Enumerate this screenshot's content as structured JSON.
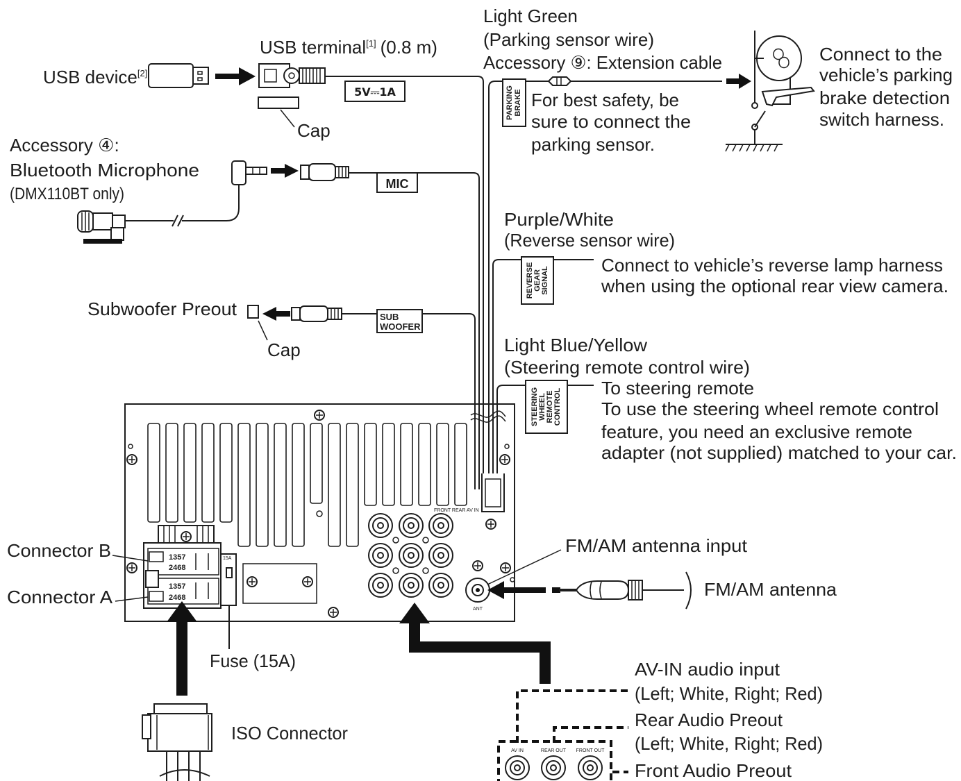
{
  "colors": {
    "ink": "#1d1d1d",
    "background": "#ffffff"
  },
  "usb": {
    "device_label": "USB device",
    "device_note": "[2]",
    "terminal_label": "USB terminal",
    "terminal_note": "[1]",
    "terminal_length": "(0.8 m)",
    "rating": "5V⎓1A",
    "cap_label": "Cap"
  },
  "parking": {
    "color": "Light Green",
    "wire": "(Parking sensor wire)",
    "accessory": "Accessory ⑨: Extension cable",
    "tag_lines": [
      "PARKING",
      "BRAKE"
    ],
    "note_lines": [
      "For best safety, be",
      "sure to connect the",
      "parking sensor."
    ],
    "switch_note_lines": [
      "Connect to the",
      "vehicle’s parking",
      "brake detection",
      "switch harness."
    ]
  },
  "microphone": {
    "accessory": "Accessory ④:",
    "name": "Bluetooth Microphone",
    "model_note": "(DMX110BT only)",
    "tag": "MIC"
  },
  "reverse": {
    "color": "Purple/White",
    "wire": "(Reverse sensor wire)",
    "tag_lines": [
      "REVERSE",
      "GEAR",
      "SIGNAL"
    ],
    "note_lines": [
      "Connect to vehicle’s reverse lamp harness",
      "when using the optional rear view camera."
    ]
  },
  "subwoofer": {
    "label": "Subwoofer Preout",
    "tag_lines": [
      "SUB",
      "WOOFER"
    ],
    "cap_label": "Cap"
  },
  "steering": {
    "color": "Light Blue/Yellow",
    "wire": "(Steering remote control wire)",
    "tag_lines": [
      "STEERING",
      "WHEEL",
      "REMOTE",
      "CONTROL"
    ],
    "note_lines": [
      "To steering remote",
      "To use the steering wheel remote control",
      "feature, you need an exclusive remote",
      "adapter (not supplied) matched to your car."
    ]
  },
  "unit": {
    "connector_b": "Connector B",
    "connector_a": "Connector A",
    "connectors": [
      {
        "top": "1357",
        "bottom": "2468"
      },
      {
        "top": "1357",
        "bottom": "2468"
      }
    ],
    "fuse_tag": "15A",
    "fuse_label": "Fuse (15A)",
    "rca_tag": "FRONT REAR AV IN",
    "ant_tag": "ANT"
  },
  "antenna": {
    "input_label": "FM/AM antenna input",
    "antenna_label": "FM/AM antenna"
  },
  "iso": {
    "label": "ISO Connector"
  },
  "outputs": {
    "avin_label": "AV-IN audio input",
    "avin_colors": "(Left; White, Right; Red)",
    "rear_label": "Rear Audio Preout",
    "rear_colors": "(Left; White, Right; Red)",
    "front_label": "Front Audio Preout",
    "panel_tags": [
      "AV IN",
      "REAR OUT",
      "FRONT OUT"
    ]
  }
}
